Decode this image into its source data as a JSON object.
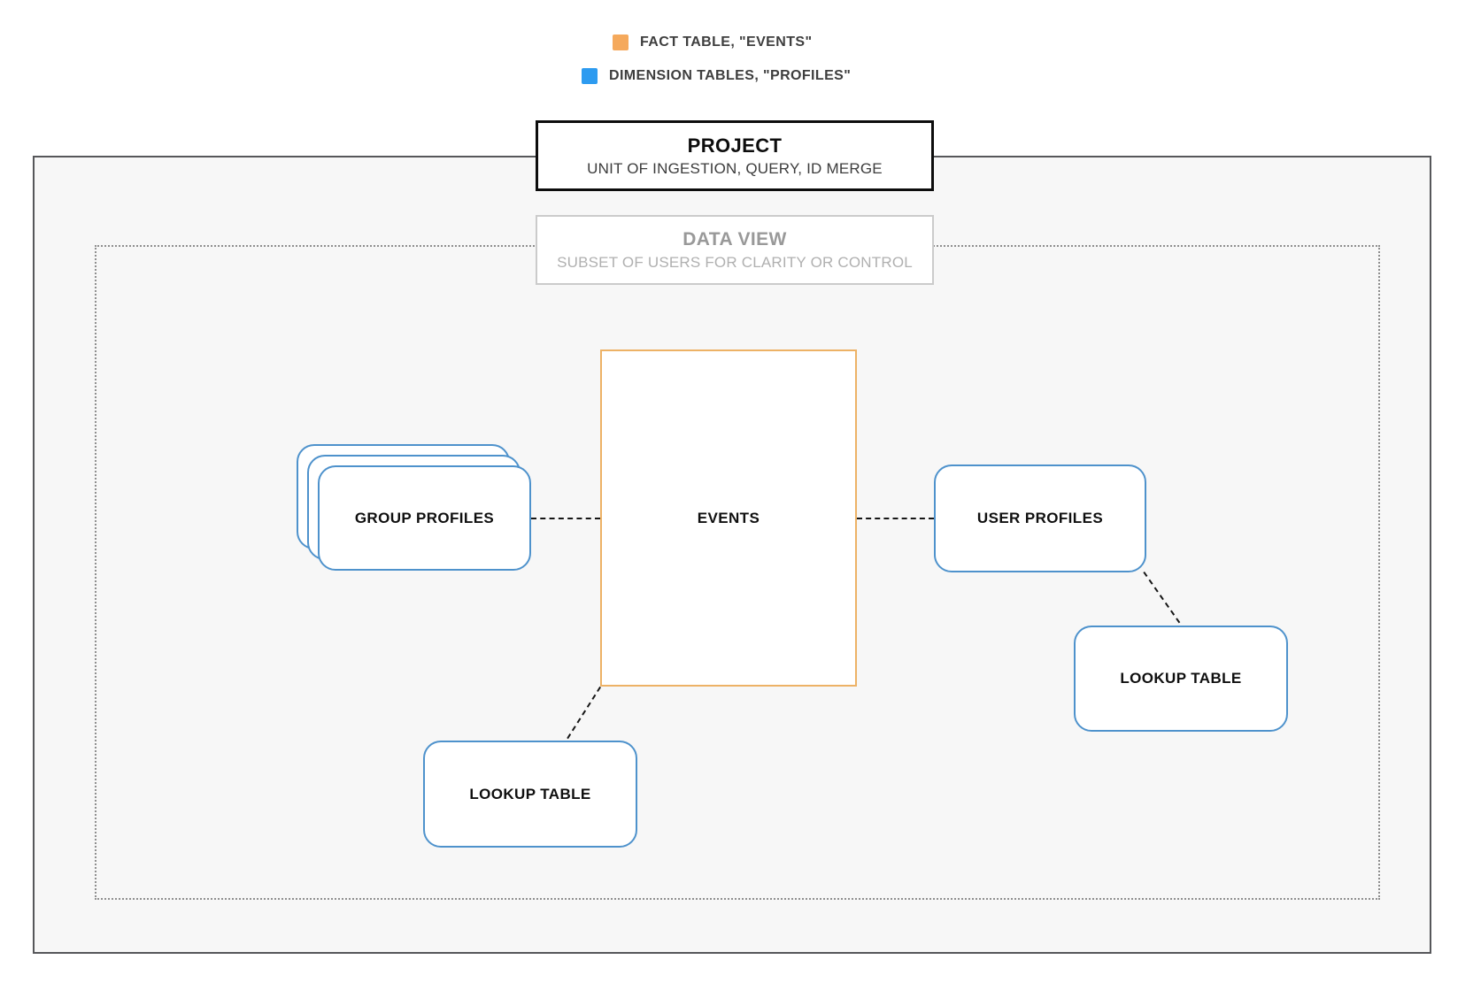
{
  "legend": {
    "items": [
      {
        "name": "fact-table",
        "label": "FACT TABLE, \"EVENTS\"",
        "swatch_color": "#f5a95c"
      },
      {
        "name": "dimension-tables",
        "label": "DIMENSION TABLES, \"PROFILES\"",
        "swatch_color": "#2d9bf0"
      }
    ]
  },
  "project": {
    "title": "PROJECT",
    "subtitle": "UNIT OF INGESTION, QUERY, ID MERGE"
  },
  "data_view": {
    "title": "DATA VIEW",
    "subtitle": "SUBSET OF USERS FOR CLARITY OR CONTROL"
  },
  "nodes": {
    "events": {
      "label": "EVENTS"
    },
    "group_profiles": {
      "label": "GROUP PROFILES"
    },
    "user_profiles": {
      "label": "USER PROFILES"
    },
    "lookup_table_bottom": {
      "label": "LOOKUP TABLE"
    },
    "lookup_table_right": {
      "label": "LOOKUP TABLE"
    }
  },
  "colors": {
    "fact_orange": "#f5a95c",
    "dimension_blue": "#2d9bf0",
    "card_border_blue": "#4e92cc",
    "events_border_orange": "#edb266",
    "outer_border_gray": "#56575a",
    "dotted_border_gray": "#8f8f8f",
    "canvas_gray": "#f7f7f7"
  },
  "connections": [
    {
      "from": "group_profiles",
      "to": "events",
      "style": "dashed"
    },
    {
      "from": "events",
      "to": "user_profiles",
      "style": "dashed"
    },
    {
      "from": "user_profiles",
      "to": "lookup_table_right",
      "style": "dashed"
    },
    {
      "from": "events",
      "to": "lookup_table_bottom",
      "style": "dashed"
    }
  ]
}
